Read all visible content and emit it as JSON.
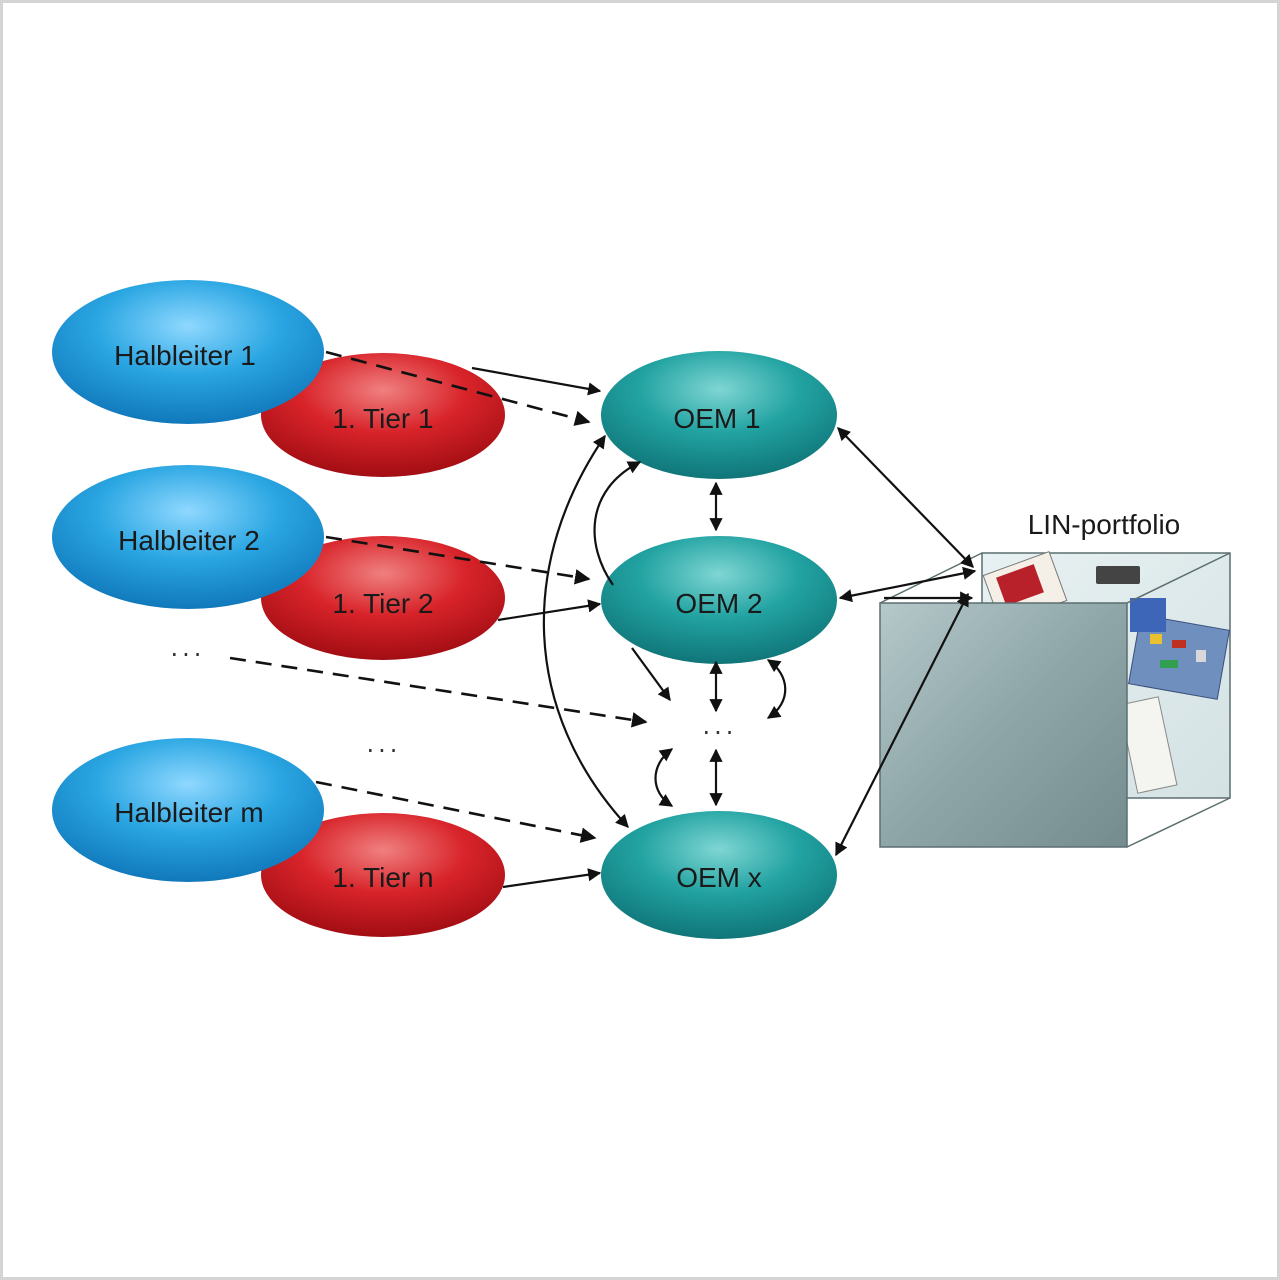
{
  "nodes": {
    "halbleiter_1": "Halbleiter 1",
    "halbleiter_2": "Halbleiter 2",
    "halbleiter_m": "Halbleiter m",
    "tier_1": "1. Tier 1",
    "tier_2": "1. Tier 2",
    "tier_n": "1. Tier n",
    "oem_1": "OEM 1",
    "oem_2": "OEM 2",
    "oem_x": "OEM x"
  },
  "ellipsis": {
    "left": "...",
    "middle_left": "...",
    "oem_column": "..."
  },
  "portfolio": {
    "title": "LIN-portfolio"
  },
  "colors": {
    "halbleiter": "#1e9ad6",
    "tier": "#c8141c",
    "oem": "#1f9a9a",
    "arrow": "#111111",
    "box_front": "#8fa8aa"
  }
}
